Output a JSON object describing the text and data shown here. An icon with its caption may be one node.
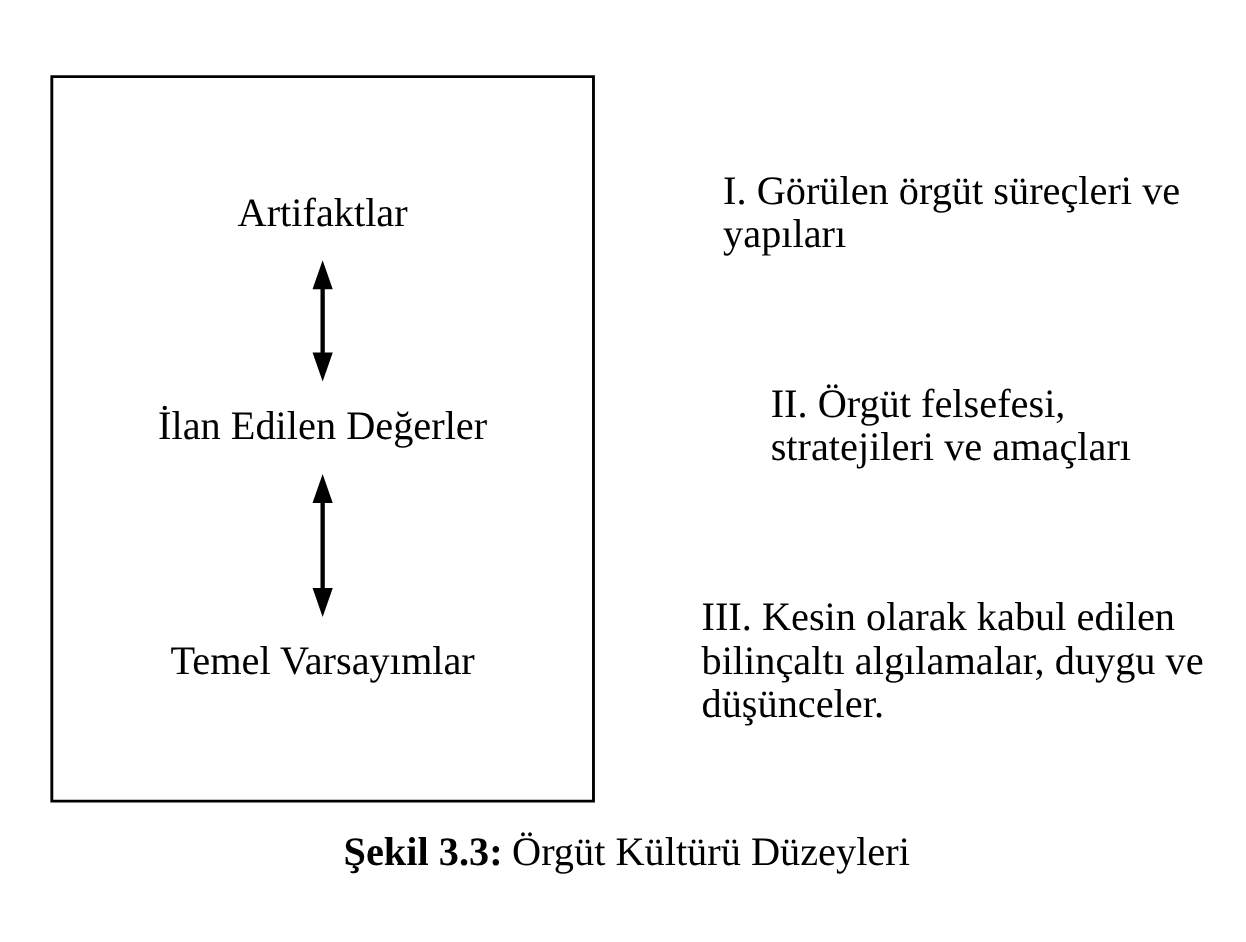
{
  "diagram": {
    "caption": "**Şekil 3.3:** Örgüt Kültürü Düzeyleri",
    "nodes": [
      {
        "text": [],
        "shape": "box"
      },
      {
        "text": [
          "Artifaktlar"
        ],
        "in": 0
      },
      {
        "text": [
          "İlan Edilen Değerler"
        ],
        "in": 0
      },
      {
        "text": [
          "Temel Varsayımlar"
        ],
        "in": 0
      }
    ],
    "edges": [
      {
        "from": 1,
        "to": 2,
        "arrow": "both"
      },
      {
        "from": 2,
        "to": 3,
        "arrow": "both"
      }
    ],
    "labels": [
      "I. Görülen örgüt süreçleri ve yapıları",
      "II. Örgüt felsefesi, stratejileri ve amaçları",
      "III. Kesin olarak kabul edilen bilinçaltı algılamalar, duygu ve düşünceler."
    ]
  }
}
